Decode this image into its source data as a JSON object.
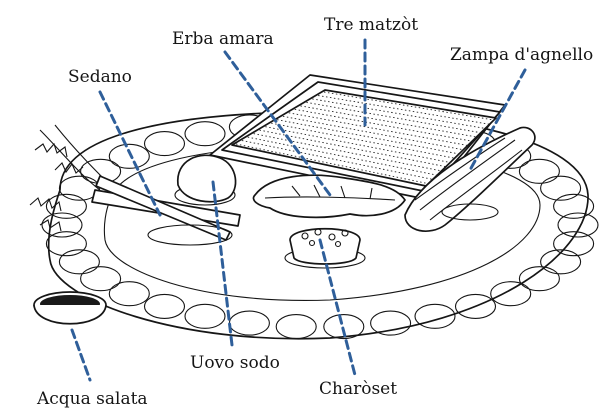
{
  "labels": {
    "matzot": "Tre matzòt",
    "erba": "Erba amara",
    "zampa": "Zampa d'agnello",
    "sedano": "Sedano",
    "uovo": "Uovo sodo",
    "charoset": "Charòset",
    "acqua": "Acqua salata"
  },
  "colors": {
    "leader": "#2f5f9a",
    "ink": "#161616",
    "background": "#ffffff"
  }
}
